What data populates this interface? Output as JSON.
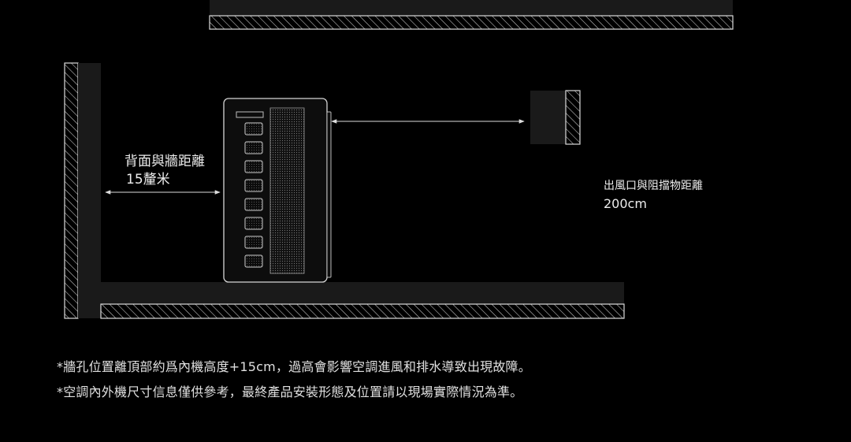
{
  "labels": {
    "back_distance_title": "背面與牆距離",
    "back_distance_value": "15釐米",
    "outlet_distance_title": "出風口與阻擋物距離",
    "outlet_distance_value": "200cm"
  },
  "notes": [
    "*牆孔位置離頂部約爲內機高度+15cm，過高會影響空調進風和排水導致出現故障。",
    "*空調內外機尺寸信息僅供參考，最終產品安裝形態及位置請以現場實際情況為準。"
  ],
  "colors": {
    "background": "#000000",
    "wall_fill": "#1a1a1a",
    "line": "#dcdcdc",
    "hatch": "#cfcfcf"
  }
}
